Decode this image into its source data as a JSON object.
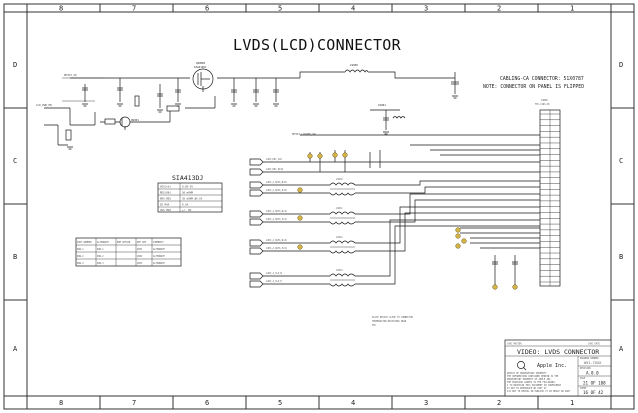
{
  "sheet": {
    "title": "LVDS(LCD)CONNECTOR",
    "zones_top": [
      "8",
      "7",
      "6",
      "5",
      "4",
      "3",
      "2",
      "1"
    ],
    "zones_bottom": [
      "8",
      "7",
      "6",
      "5",
      "4",
      "3",
      "2",
      "1"
    ],
    "zones_left": [
      "D",
      "C",
      "B",
      "A"
    ],
    "zones_right": [
      "D",
      "C",
      "B",
      "A"
    ]
  },
  "notes": {
    "cabling": "CABLING-CA CONNECTOR: 51X0787",
    "flip": "NOTE: CONNECTOR ON PANEL IS FLIPPED",
    "bottom": [
      "PLACE DEVICE CLOSE TO CONNECTOR",
      "TERMINATION RESISTORS NEAR",
      "FPC"
    ]
  },
  "chip": {
    "name": "SIA413DJ",
    "table": [
      [
        "VGS(th)",
        "0.8V-2V"
      ],
      [
        "RDS(ON)",
        "30 mOHM"
      ],
      [
        "MAX.RDS",
        "35 mOHM @4.5V"
      ],
      [
        "ID MAX",
        "6.5A"
      ],
      [
        "VGS MAX",
        "+/- 8V"
      ]
    ]
  },
  "rev_table": {
    "headers": [
      "PART NUMBER",
      "ALTERNATE",
      "BOM OPTION",
      "REF DES",
      "COMMENTS"
    ],
    "rows": [
      [
        "ROW-1",
        "ROW-1",
        "",
        "Q9X1",
        "ALTERNATE"
      ],
      [
        "ROW-2",
        "ROW-2",
        "",
        "Q9X2",
        "ALTERNATE"
      ],
      [
        "ROW-3",
        "ROW-3",
        "",
        "Q9X3",
        "ALTERNATE"
      ]
    ]
  },
  "title_block": {
    "top_left": "SYNC_MASTER",
    "top_right": "SYNC_DATE",
    "name": "VIDEO: LVDS CONNECTOR",
    "company": "Apple Inc.",
    "doc_label": "DRAWING NUMBER",
    "doc_value": "051-7XXX",
    "rev_label": "REVISION",
    "rev_value": "A.0.0",
    "page_label": "PAGE",
    "page_value": "21 OF 108",
    "sheet_label": "SHEET",
    "sheet_value": "16 OF 42",
    "notice": [
      "NOTICE OF PROPRIETARY PROPERTY",
      "THE INFORMATION CONTAINED HEREIN IS THE",
      "PROPRIETARY PROPERTY OF APPLE INC.",
      "THE POSESSOR AGREES TO THE FOLLOWING:",
      "I TO MAINTAIN THIS DOCUMENT IN CONFIDENCE",
      "II NOT TO REPRODUCE OR COPY IT",
      "III NOT TO REVEAL OR PUBLISH IT IN WHOLE OR PART"
    ]
  },
  "connector": {
    "ref": "J9000",
    "label": "FPC-LVDS-30"
  },
  "net_labels": [
    "LVDS_DDC_CLK",
    "LVDS_DDC_DATA",
    "LVDS_A_DATA_N<0>",
    "LVDS_A_DATA_P<0>",
    "LVDS_A_DATA_N<1>",
    "LVDS_A_DATA_P<1>",
    "LVDS_A_DATA_N<2>",
    "LVDS_A_DATA_P<2>",
    "LVDS_A_CLK_N",
    "LVDS_A_CLK_P",
    "PP3V3_LCDVDD_SW",
    "LCD_PWR_EN",
    "PP3V3_S0"
  ],
  "components": {
    "fet": "Q9X00",
    "fet_part": "SIA413DJ",
    "l1": "L9X00",
    "l2": "L9X01",
    "chokes": [
      "L9X10",
      "L9X11",
      "L9X12",
      "L9X13"
    ],
    "fet2": "Q9X01"
  }
}
